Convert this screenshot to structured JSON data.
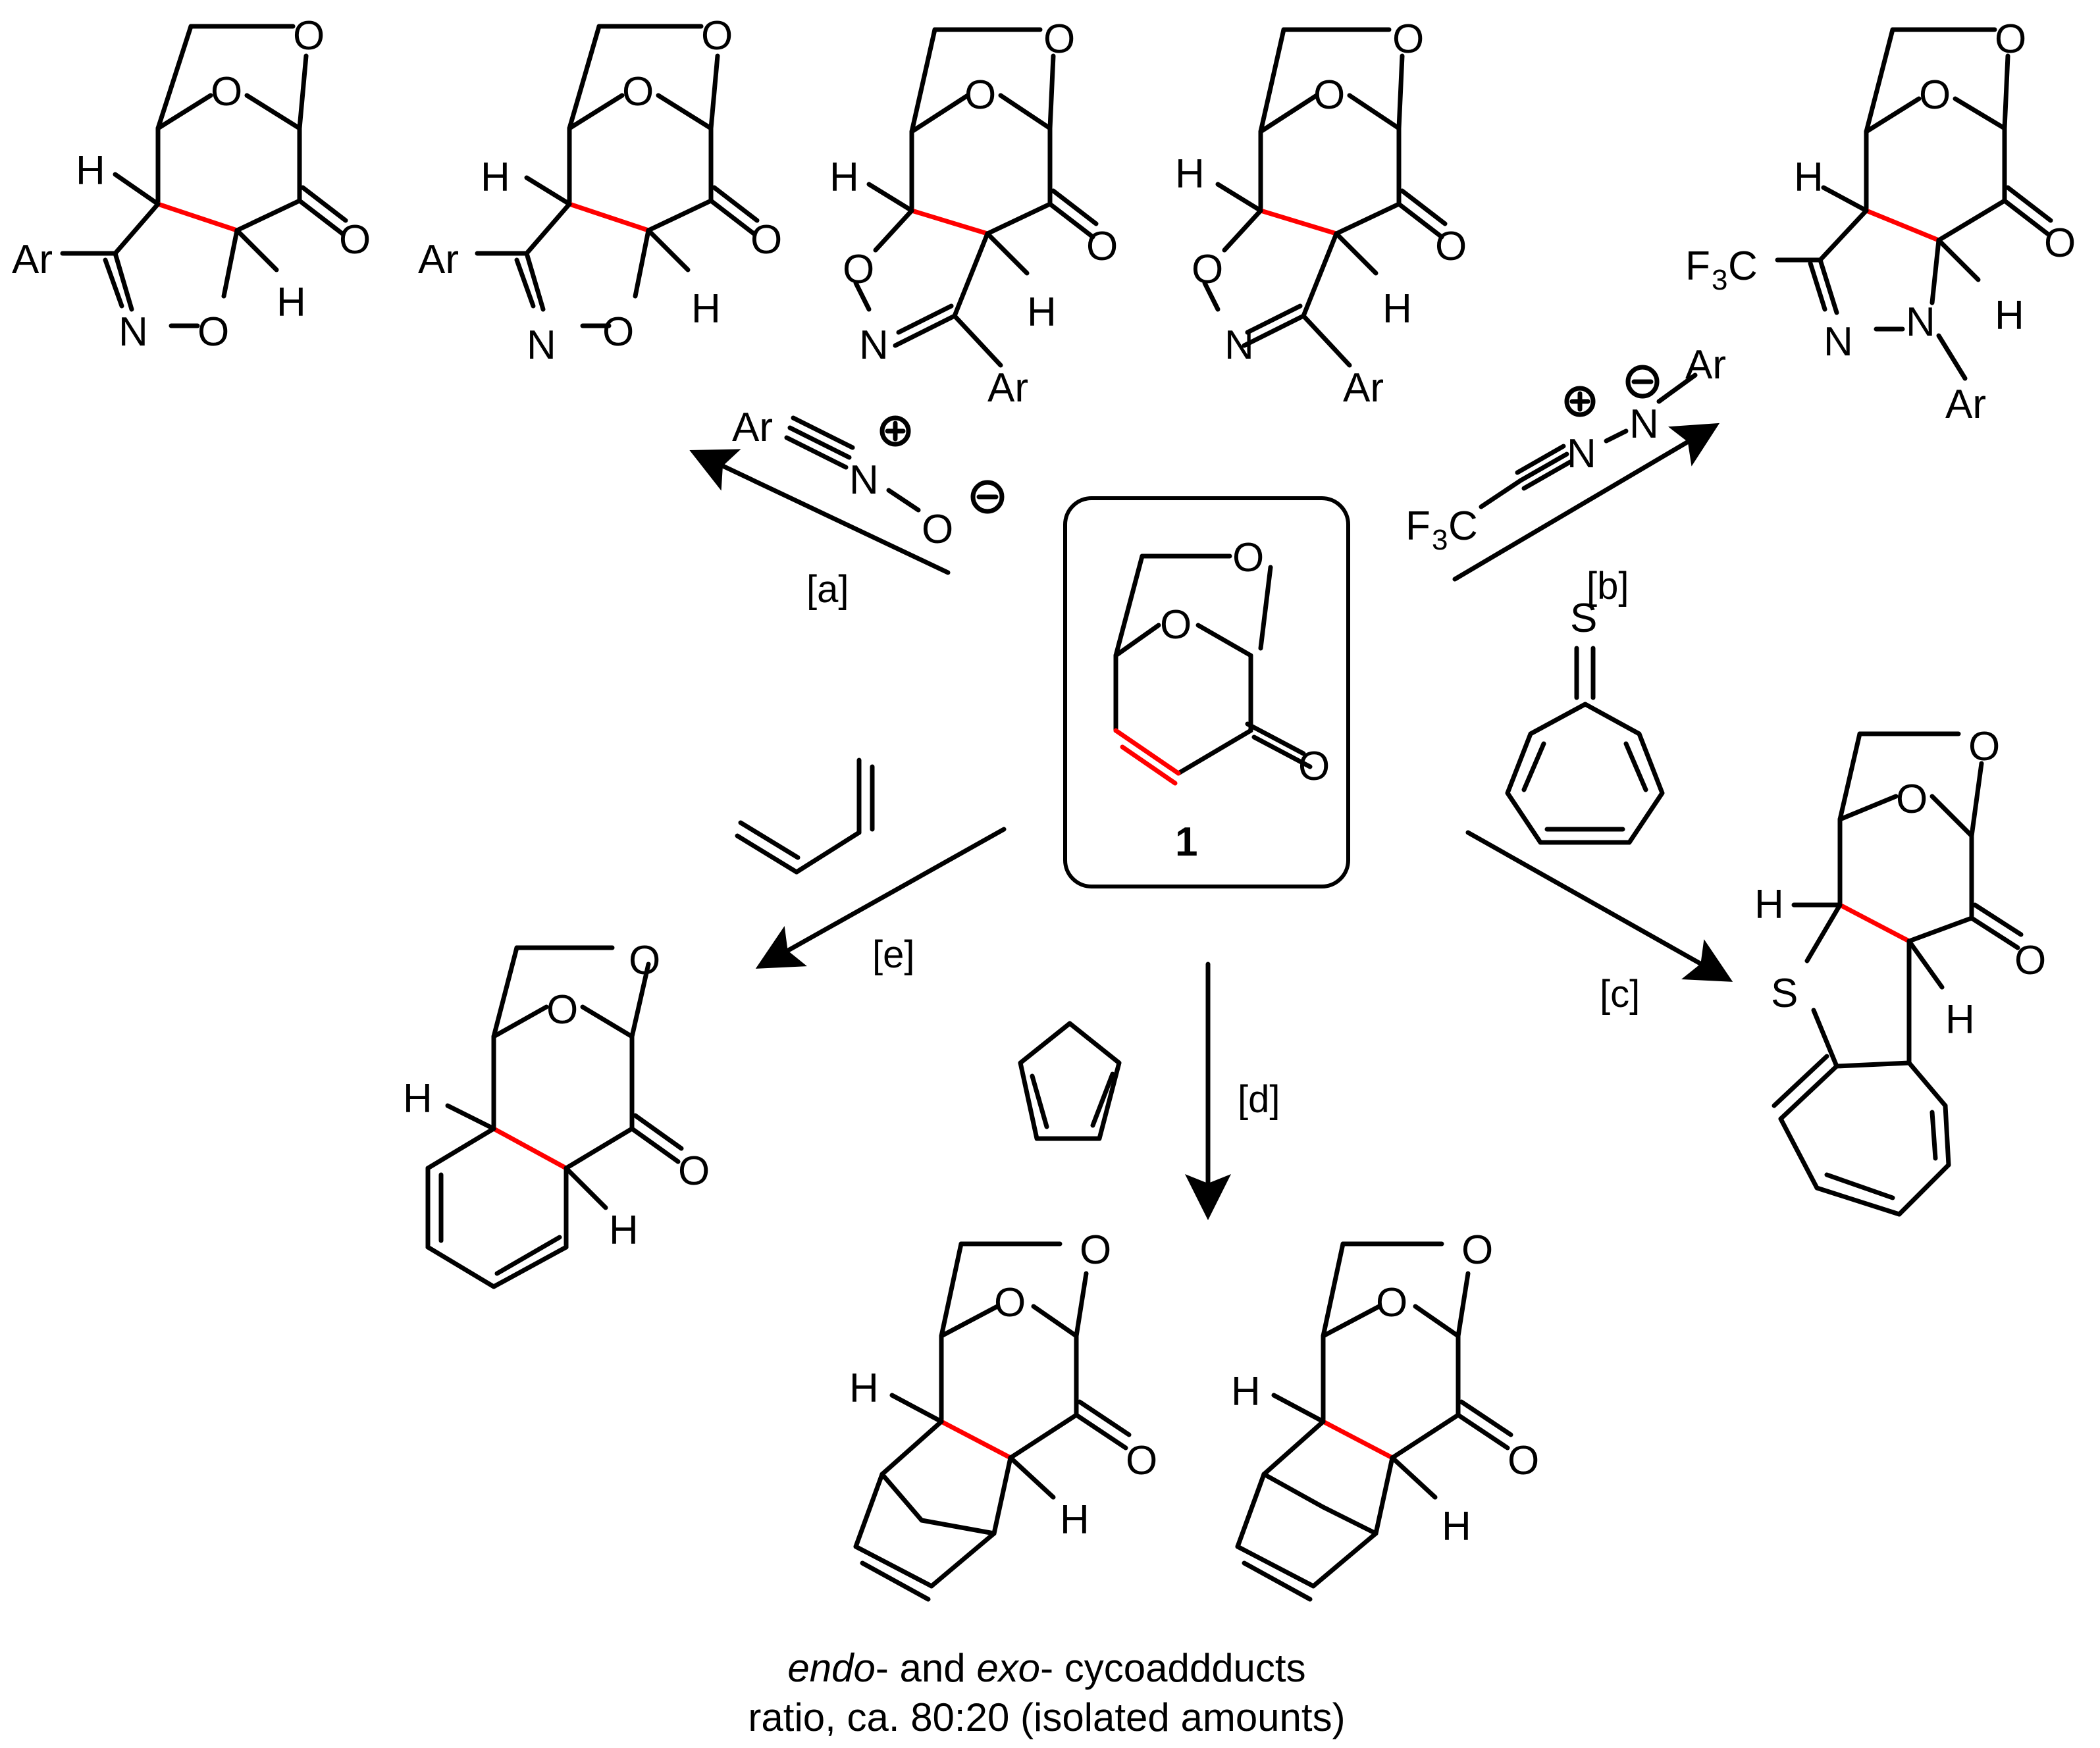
{
  "atoms": {
    "O": "O",
    "H": "H",
    "N": "N",
    "S": "S",
    "Ar": "Ar",
    "F3C_F": "F",
    "F3C_sub": "3",
    "F3C_C": "C",
    "F3C_prefix": "F",
    "F3C_tail": "C"
  },
  "reagents": {
    "nitrile_oxide": {
      "ar": "Ar",
      "n": "N",
      "o": "O"
    },
    "nitrile_imine": {
      "f": "F",
      "sub3": "3",
      "c": "C",
      "n1": "N",
      "n2": "N",
      "ar": "Ar"
    },
    "thione": {
      "s": "S"
    }
  },
  "conditions": {
    "a": "[a]",
    "b": "[b]",
    "c": "[c]",
    "d": "[d]",
    "e": "[e]"
  },
  "compound": {
    "label": "1"
  },
  "caption": {
    "line1_endo": "endo",
    "line1_mid": "- and ",
    "line1_exo": "exo",
    "line1_end": "- cycoaddducts",
    "line2": "ratio, ca. 80:20 (isolated amounts)"
  },
  "colors": {
    "new_bond": "#ff0000",
    "bond": "#000000"
  }
}
